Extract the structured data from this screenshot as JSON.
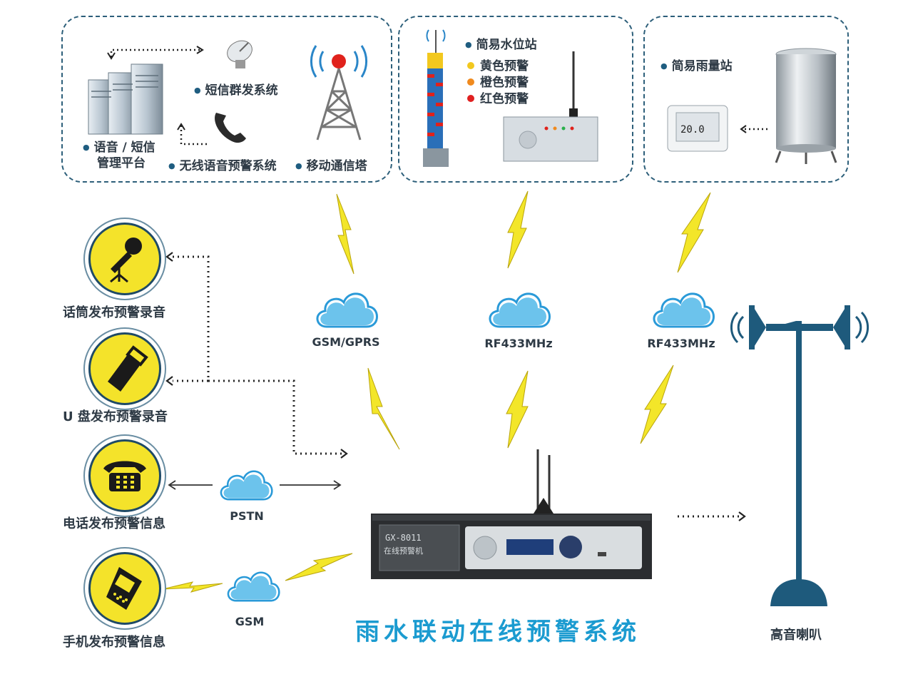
{
  "top_panels": {
    "comms": {
      "platform_label": "语音 / 短信",
      "platform_label2": "管理平台",
      "sms_label": "短信群发系统",
      "wireless_label": "无线语音预警系统",
      "tower_label": "移动通信塔"
    },
    "water": {
      "station_label": "简易水位站",
      "levels": [
        {
          "label": "黄色预警",
          "color": "#f2c81e"
        },
        {
          "label": "橙色预警",
          "color": "#f08a1e"
        },
        {
          "label": "红色预警",
          "color": "#e02020"
        }
      ]
    },
    "rain": {
      "station_label": "简易雨量站",
      "screen_value": "20.0"
    }
  },
  "networks": {
    "gsm_gprs": "GSM/GPRS",
    "rf1": "RF433MHz",
    "rf2": "RF433MHz",
    "pstn": "PSTN",
    "gsm": "GSM"
  },
  "left_items": [
    {
      "label": "话筒发布预警录音",
      "icon": "microphone-icon"
    },
    {
      "label": "U 盘发布预警录音",
      "icon": "usb-drive-icon"
    },
    {
      "label": "电话发布预警信息",
      "icon": "telephone-icon"
    },
    {
      "label": "手机发布预警信息",
      "icon": "mobile-phone-icon"
    }
  ],
  "device": {
    "model": "GX-8011",
    "name": "在线预警机"
  },
  "speaker_label": "高音喇叭",
  "title": "雨水联动在线预警系统",
  "colors": {
    "accent_blue": "#1b9bd0",
    "dark_blue": "#1f5d80",
    "lightning": "#f3e629",
    "circle_yellow": "#f4e32a"
  }
}
